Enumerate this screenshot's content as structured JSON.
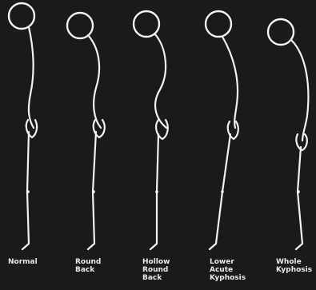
{
  "figures": [
    {
      "id": "normal",
      "lines": [
        "Normal"
      ]
    },
    {
      "id": "round-back",
      "lines": [
        "Round",
        "Back"
      ]
    },
    {
      "id": "hollow-round-back",
      "lines": [
        "Hollow",
        "Round",
        "Back"
      ]
    },
    {
      "id": "lower-acute-kyphosis",
      "lines": [
        "Lower",
        "Acute",
        "Kyphosis"
      ]
    },
    {
      "id": "whole-kyphosis",
      "lines": [
        "Whole",
        "Kyphosis"
      ]
    }
  ]
}
